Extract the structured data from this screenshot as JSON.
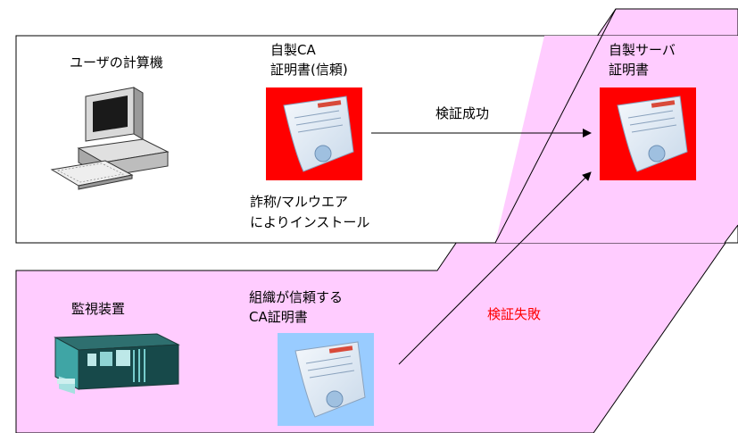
{
  "user_box": {
    "title": "ユーザの計算機",
    "cert_label_1": "自製CA",
    "cert_label_2": "証明書(信頼)",
    "install_1": "詐称/マルウエア",
    "install_2": "によりインストール"
  },
  "server": {
    "label_1": "自製サーバ",
    "label_2": "証明書"
  },
  "arrows": {
    "success": "検証成功",
    "failure": "検証失敗"
  },
  "monitor_box": {
    "title": "監視装置",
    "cert_label_1": "組織が信頼する",
    "cert_label_2": "CA証明書"
  },
  "colors": {
    "pink_region": "#ffccff",
    "red_cert_bg": "#ff0000",
    "blue_cert_bg": "#99ccff",
    "failure_text": "#ff0000"
  },
  "icons": [
    "computer-icon",
    "certificate-icon",
    "server-appliance-icon"
  ]
}
